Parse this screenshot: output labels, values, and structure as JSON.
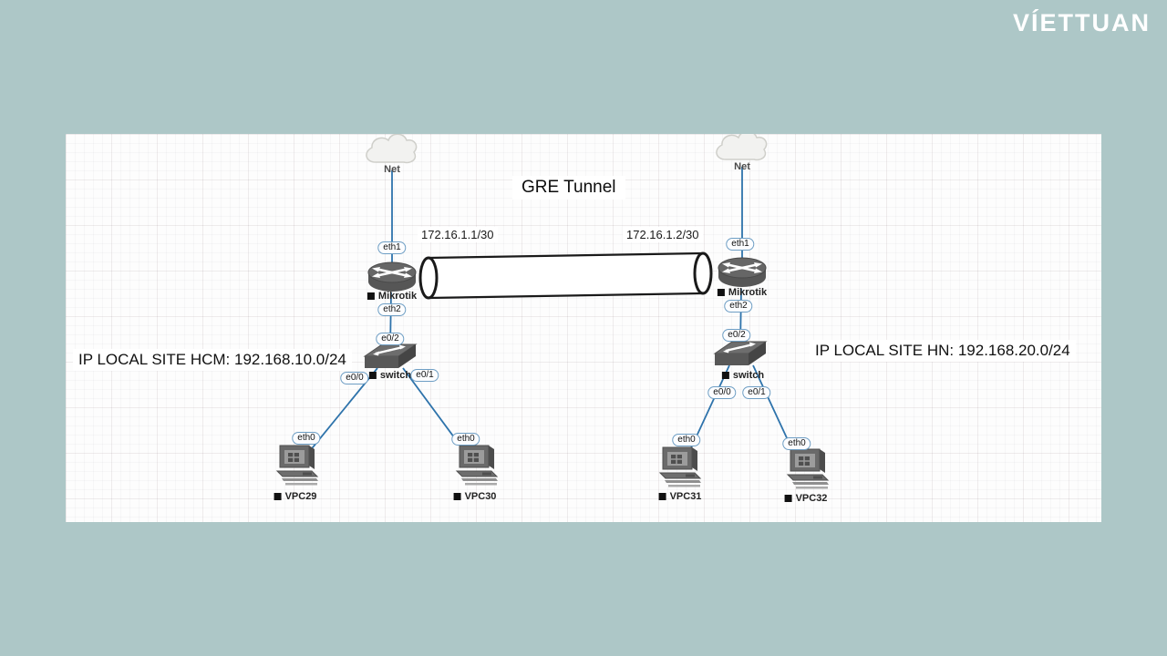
{
  "brand": {
    "logo_text": "VÍETTUAN"
  },
  "canvas": {
    "title": "GRE Tunnel",
    "tunnel": {
      "left_ip": "172.16.1.1/30",
      "right_ip": "172.16.1.2/30"
    },
    "sites": {
      "hcm": "IP LOCAL SITE HCM: 192.168.10.0/24",
      "hn": "IP LOCAL SITE HN: 192.168.20.0/24"
    },
    "nodes": {
      "cloud_left": {
        "label": "Net"
      },
      "cloud_right": {
        "label": "Net"
      },
      "router_left": {
        "label": "Mikrotik"
      },
      "router_right": {
        "label": "Mikrotik"
      },
      "switch_left": {
        "label": "switch"
      },
      "switch_right": {
        "label": "switch"
      },
      "vpc29": {
        "label": "VPC29"
      },
      "vpc30": {
        "label": "VPC30"
      },
      "vpc31": {
        "label": "VPC31"
      },
      "vpc32": {
        "label": "VPC32"
      }
    },
    "ports": {
      "l_eth1": "eth1",
      "l_eth2": "eth2",
      "l_e0_2": "e0/2",
      "l_e0_0": "e0/0",
      "l_e0_1": "e0/1",
      "vpc29_eth0": "eth0",
      "vpc30_eth0": "eth0",
      "r_eth1": "eth1",
      "r_eth2": "eth2",
      "r_e0_2": "e0/2",
      "r_e0_0": "e0/0",
      "r_e0_1": "e0/1",
      "vpc31_eth0": "eth0",
      "vpc32_eth0": "eth0"
    },
    "colors": {
      "background": "#adc7c7",
      "link": "#2e73ab",
      "tunnel_stroke": "#1a1a1a"
    }
  }
}
